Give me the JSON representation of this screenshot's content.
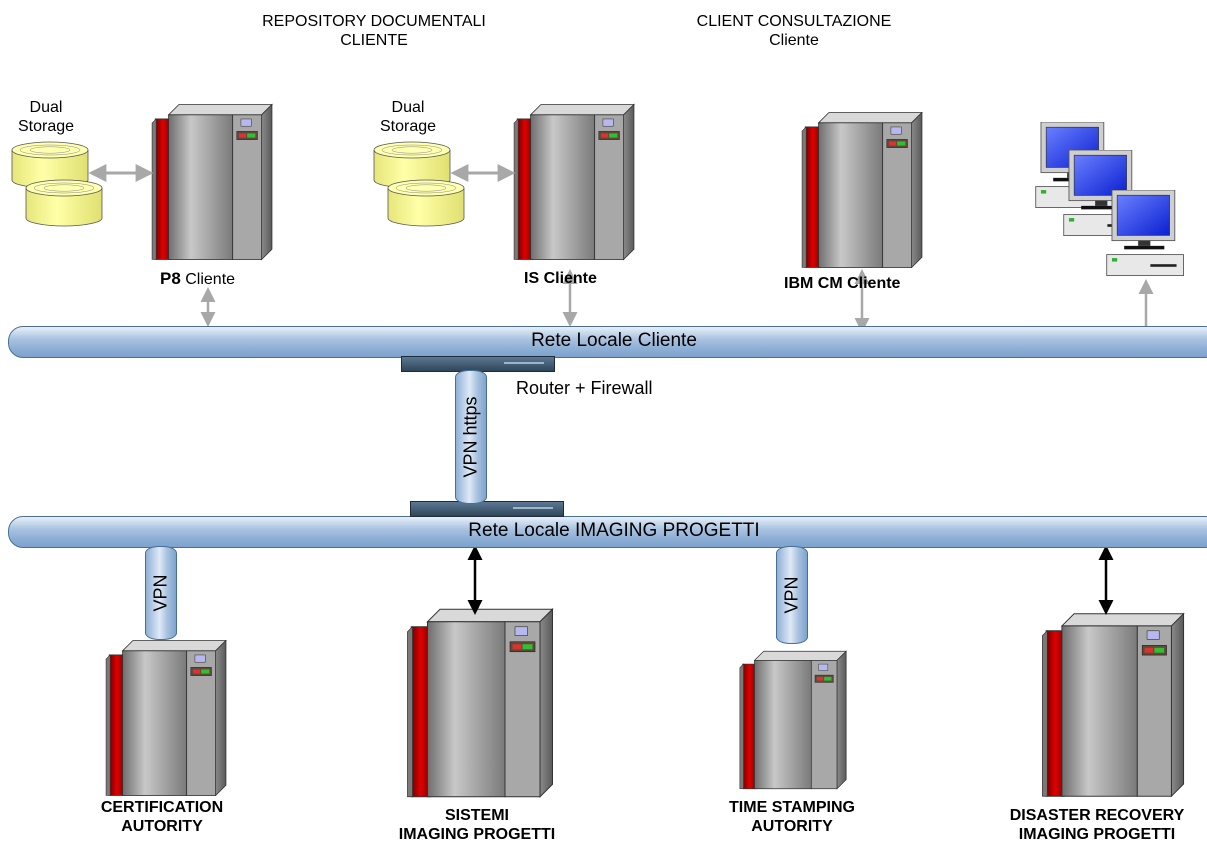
{
  "headers": {
    "repository": "REPOSITORY DOCUMENTALI\nCLIENTE",
    "client_consultazione": "CLIENT CONSULTAZIONE\nCliente"
  },
  "storage_labels": [
    "Dual\nStorage",
    "Dual\nStorage"
  ],
  "server_labels": {
    "p8_bold": "P8",
    "p8_rest": " Cliente",
    "is": "IS Cliente",
    "ibm_cm": "IBM CM Cliente",
    "certification": "CERTIFICATION\nAUTORITY",
    "sistemi": "SISTEMI\nIMAGING PROGETTI",
    "time_stamping": "TIME STAMPING\nAUTORITY",
    "disaster_recovery": "DISASTER RECOVERY\nIMAGING PROGETTI"
  },
  "networks": {
    "cliente": "Rete Locale Cliente",
    "imaging": "Rete Locale IMAGING PROGETTI"
  },
  "router_label": "Router + Firewall",
  "tubes": {
    "vpn_https": "VPN https",
    "vpn_ca": "VPN",
    "vpn_ts": "VPN"
  },
  "colors": {
    "network_pipe": "#8fb0d6",
    "server_body": "#9a9a9a",
    "server_red": "#c00000",
    "storage_yellow": "#ffff99",
    "monitor_blue": "#1030e0"
  }
}
